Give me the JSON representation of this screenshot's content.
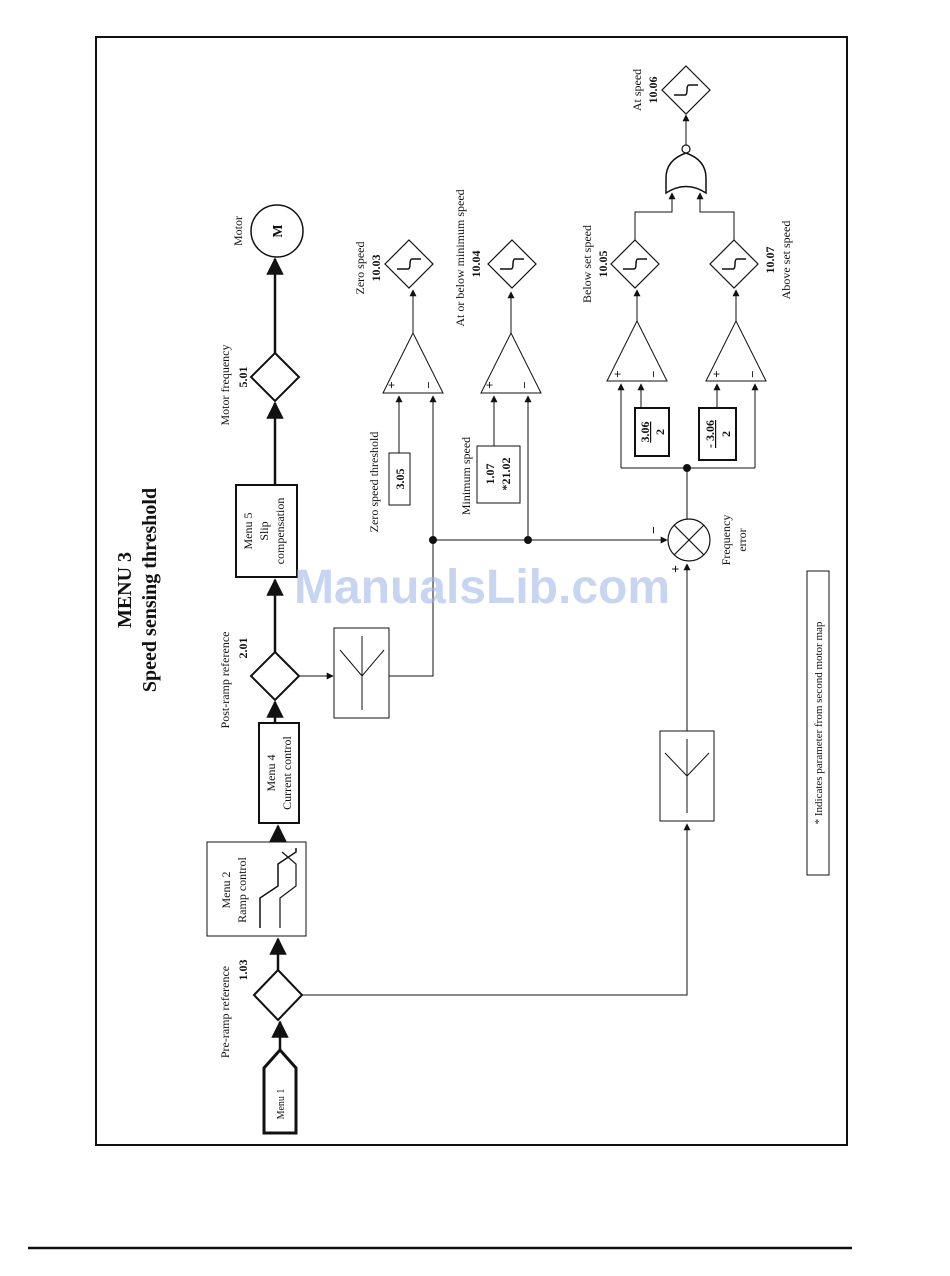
{
  "title": "MENU 3",
  "subtitle": "Speed sensing threshold",
  "watermark": "ManualsLib.com",
  "footnote": "* Indicates parameter from second motor map",
  "blocks": {
    "menu1": "Menu 1",
    "menu2": [
      "Menu 2",
      "Ramp control"
    ],
    "menu4": [
      "Menu 4",
      "Current control"
    ],
    "menu5": [
      "Menu 5",
      "Slip",
      "compensation"
    ],
    "motor_symbol": "M"
  },
  "params": {
    "pre_ramp": {
      "label": "Pre-ramp reference",
      "num": "1.03"
    },
    "post_ramp": {
      "label": "Post-ramp reference",
      "num": "2.01"
    },
    "motor_freq": {
      "label": "Motor frequency",
      "num": "5.01"
    },
    "motor": "Motor",
    "zero_speed": {
      "label": "Zero speed",
      "num": "10.03"
    },
    "below_min": {
      "label": "At or below minimum speed",
      "num": "10.04"
    },
    "below_set": {
      "label": "Below set speed",
      "num": "10.05"
    },
    "above_set": {
      "label": "Above set speed",
      "num": "10.07"
    },
    "at_speed": {
      "label": "At speed",
      "num": "10.06"
    },
    "zero_threshold": {
      "label": "Zero speed threshold",
      "num": "3.05"
    },
    "min_speed": {
      "label": "Minimum speed",
      "num1": "1.07",
      "num2": "*21.02"
    },
    "upper_window": {
      "num": "3.06",
      "den": "2"
    },
    "lower_window": {
      "num": "- 3.06",
      "den": "2"
    }
  },
  "summing": {
    "label1": "Frequency",
    "label2": "error",
    "plus": "+",
    "minus": "−"
  },
  "comparator": {
    "plus": "+",
    "minus": "−"
  }
}
